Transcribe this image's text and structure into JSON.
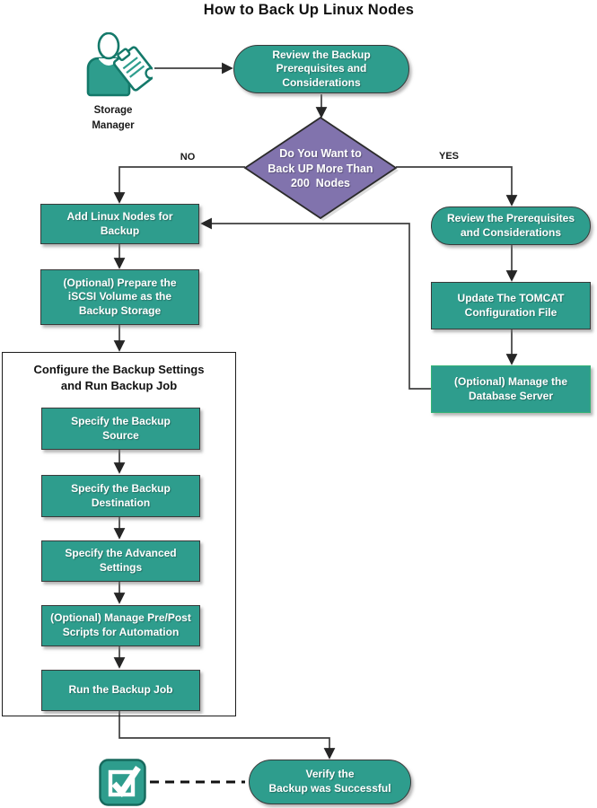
{
  "page": {
    "title": "How to Back Up Linux Nodes"
  },
  "colors": {
    "node_fill": "#2E9D8D",
    "node_border": "#3A3A3A",
    "node_text": "#FFFFFF",
    "decision_fill": "#8173AD",
    "decision_border": "#2B2B2B",
    "db_node_border": "#35B277",
    "connector": "#3F3F3F"
  },
  "actor": {
    "label": "Storage\nManager"
  },
  "decision": {
    "label": "Do You Want to\nBack UP More Than\n200  Nodes",
    "no_label": "NO",
    "yes_label": "YES"
  },
  "steps": {
    "start": "Review the Backup\nPrerequisites and\nConsiderations",
    "add_nodes": "Add Linux Nodes for\nBackup",
    "iscsi": "(Optional) Prepare the\niSCSI Volume as the\nBackup Storage",
    "review_prereq": "Review the Prerequisites\nand Considerations",
    "tomcat": "Update The TOMCAT\nConfiguration File",
    "manage_db": "(Optional) Manage the\nDatabase Server",
    "verify": "Verify the\nBackup was Successful"
  },
  "container": {
    "title": "Configure the Backup Settings\nand Run Backup Job",
    "steps": [
      "Specify the Backup\nSource",
      "Specify the Backup\nDestination",
      "Specify the Advanced\nSettings",
      "(Optional) Manage Pre/Post\nScripts for Automation",
      "Run the Backup Job"
    ]
  }
}
